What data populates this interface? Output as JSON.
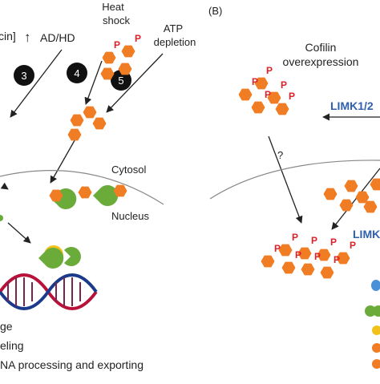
{
  "left": {
    "bracket_text": "cin]",
    "up_arrow": "↑",
    "ad_hd": "AD/HD",
    "heat_shock_line1": "Heat",
    "heat_shock_line2": "shock",
    "atp_line1": "ATP",
    "atp_line2": "depletion",
    "step3": "3",
    "step4": "4",
    "step5": "5",
    "cytosol": "Cytosol",
    "nucleus": "Nucleus",
    "bottom_line1": "ge",
    "bottom_line2": "eling",
    "bottom_line3": "NA processing and exporting"
  },
  "right": {
    "panel_label": "(B)",
    "cofilin_line1": "Cofilin",
    "cofilin_line2": "overexpression",
    "limk_top": "LIMK1/2",
    "limk_mid": "LIMK",
    "question": "?"
  },
  "phospho_mark": "P",
  "colors": {
    "cofilin": "#f07d23",
    "phospho": "#e0202a",
    "limk_text": "#2f5fae",
    "green_protein": "#6aab3a",
    "yellow_protein": "#f2c21b",
    "dna_red": "#b8123a",
    "dna_blue": "#1c3a8c",
    "marker_black": "#111111"
  }
}
